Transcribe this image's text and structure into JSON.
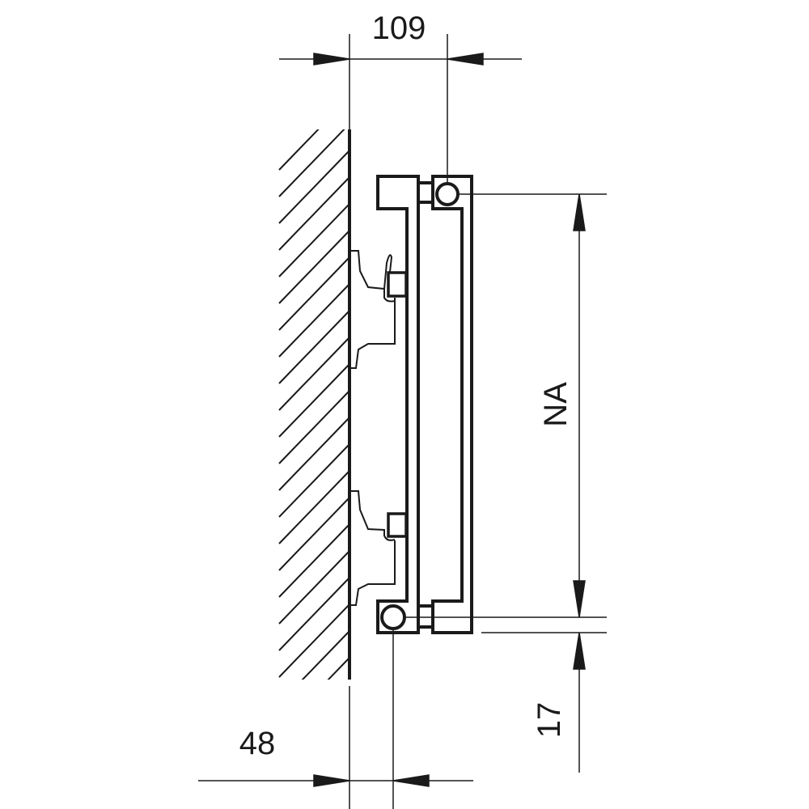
{
  "diagram": {
    "title_dims": {
      "depth": "109",
      "wall_to_pipe": "48",
      "pipe_spacing": "NA",
      "bottom_offset": "17"
    },
    "colors": {
      "line": "#1a1a1a",
      "background": "#ffffff"
    }
  }
}
